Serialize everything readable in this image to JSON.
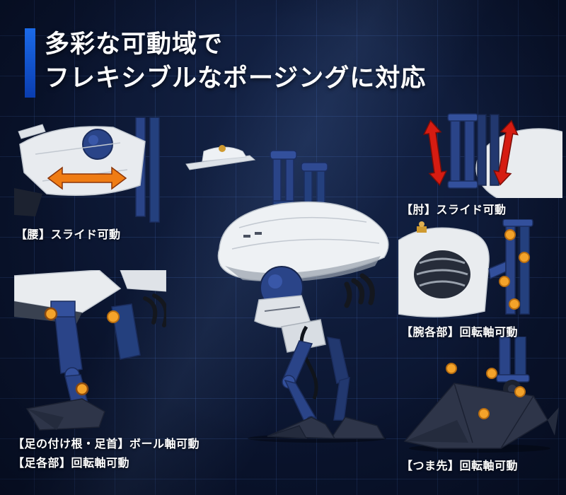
{
  "banner": {
    "title_line1": "多彩な可動域で",
    "title_line2": "フレキシブルなポージングに対応"
  },
  "callouts": {
    "waist": {
      "label": "【腰】スライド可動"
    },
    "leg_root": {
      "label": "【足の付け根・足首】ボール軸可動"
    },
    "leg_parts": {
      "label": "【足各部】回転軸可動"
    },
    "elbow": {
      "label": "【肘】スライド可動"
    },
    "arm_parts": {
      "label": "【腕各部】回転軸可動"
    },
    "toe": {
      "label": "【つま先】回転軸可動"
    }
  },
  "colors": {
    "background": "#0a142e",
    "grid_line": "#22345e",
    "accent_bar_blue": "#1b6ae8",
    "title_text": "#ffffff",
    "pivot_dot_orange": "#f4a32a",
    "slide_arrow_orange": "#ef7c14",
    "slide_arrow_red": "#d61c12",
    "robot_white": "#e9ecef",
    "robot_blue": "#2a4488",
    "robot_navy": "#2e3549"
  }
}
